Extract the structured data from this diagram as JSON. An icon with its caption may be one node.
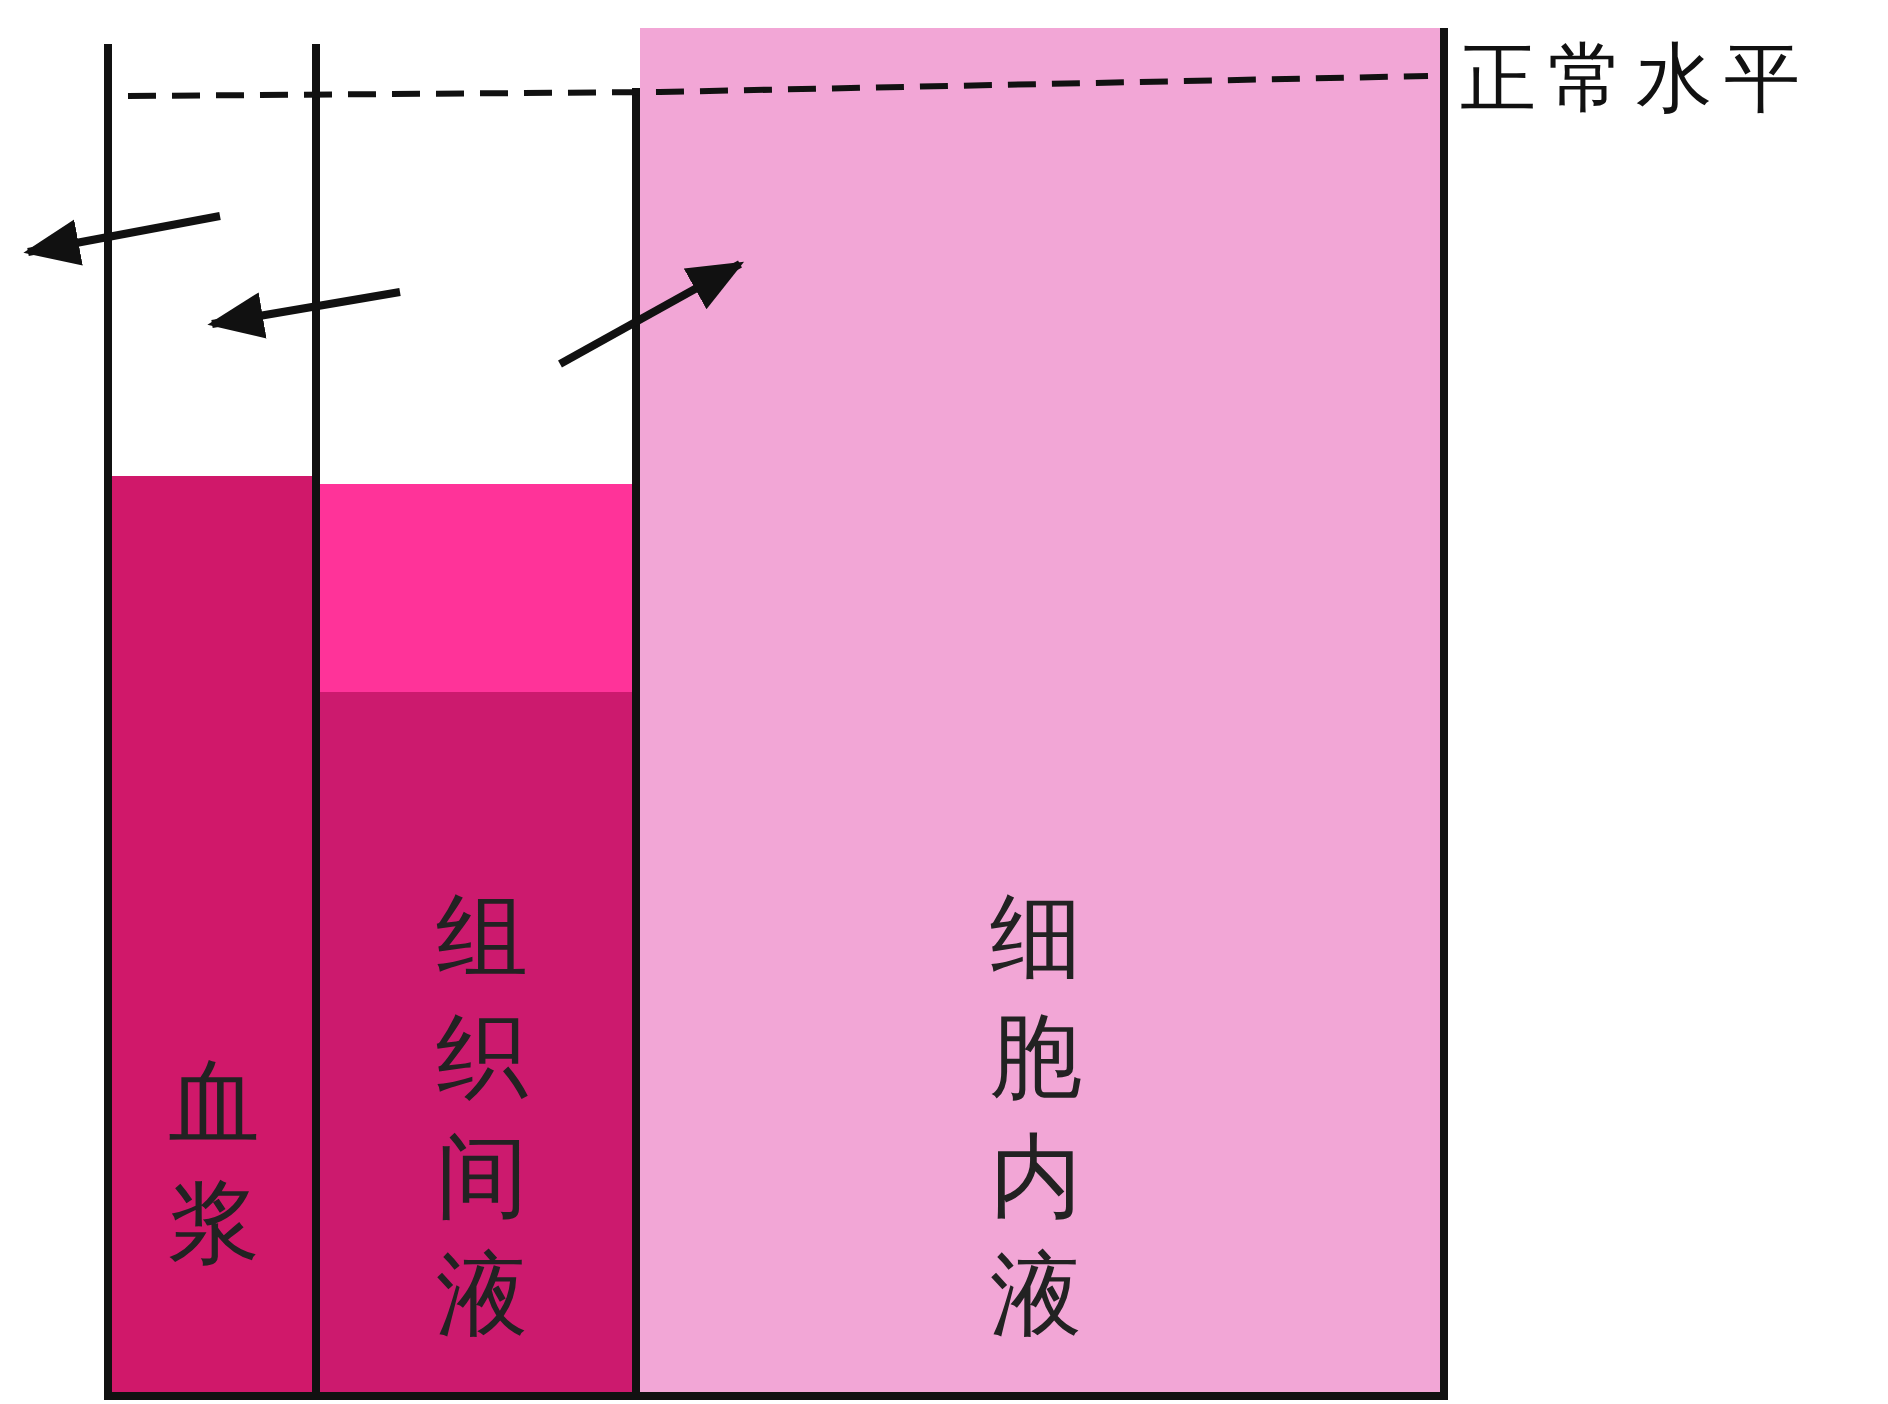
{
  "diagram": {
    "nodes": [
      {
        "text": [
          "血浆"
        ]
      },
      {
        "text": [
          "组织间液"
        ]
      },
      {
        "text": [
          "细胞内液"
        ]
      }
    ],
    "edges": [
      {
        "from": 0,
        "to": null,
        "arrow": "to"
      },
      {
        "from": 1,
        "to": 0,
        "arrow": "to"
      },
      {
        "from": 1,
        "to": 2,
        "arrow": "to"
      }
    ],
    "labels": [
      "正常水平"
    ]
  }
}
